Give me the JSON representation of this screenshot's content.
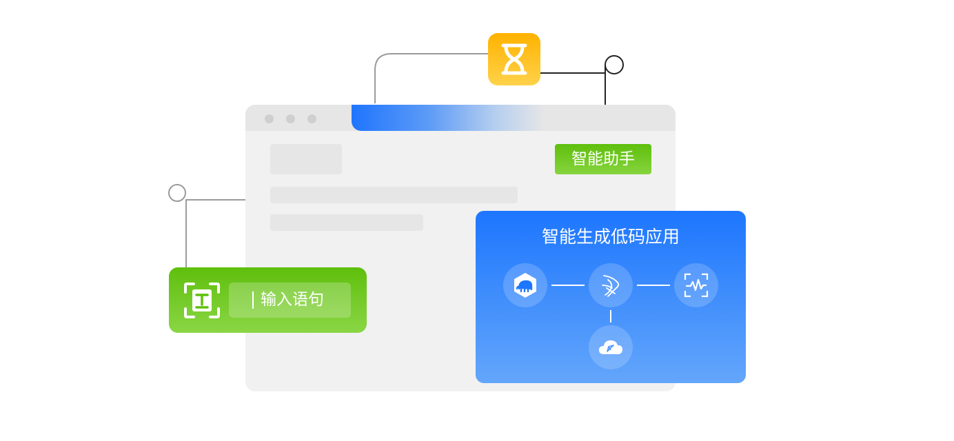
{
  "assistant_label": "智能助手",
  "input_card": {
    "text": "输入语句",
    "icon": "text-scan-icon"
  },
  "lowcode_panel": {
    "title": "智能生成低码应用",
    "nodes": [
      "database-elephant-icon",
      "spark-icon",
      "voice-scan-icon",
      "cloud-icon"
    ]
  },
  "app_icon": "hourglass-icon",
  "colors": {
    "brand_blue": "#1d76fe",
    "brand_green": "#5fbf0c",
    "accent_orange": "#ffb200",
    "window_bg": "#f1f1f1"
  }
}
